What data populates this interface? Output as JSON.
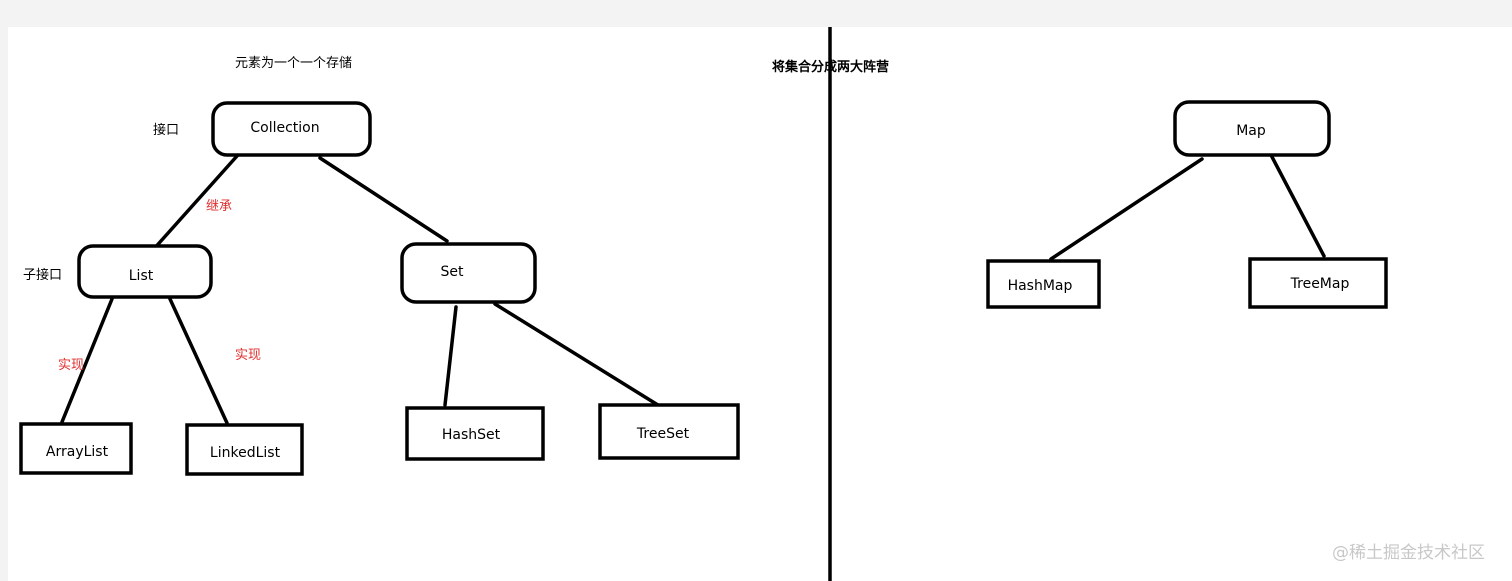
{
  "notes": {
    "storage": "元素为一个一个存储",
    "interface": "接口",
    "sub_interface": "子接口",
    "split": "将集合分成两大阵营"
  },
  "edge_labels": {
    "inherit": "继承",
    "implement_left": "实现",
    "implement_right": "实现"
  },
  "nodes": {
    "collection": "Collection",
    "list": "List",
    "set": "Set",
    "arraylist": "ArrayList",
    "linkedlist": "LinkedList",
    "hashset": "HashSet",
    "treeset": "TreeSet",
    "map": "Map",
    "hashmap": "HashMap",
    "treemap": "TreeMap"
  },
  "watermark": "@稀土掘金技术社区",
  "colors": {
    "edge_label": "#e03030",
    "background": "#ffffff",
    "outer": "#f3f3f3"
  }
}
